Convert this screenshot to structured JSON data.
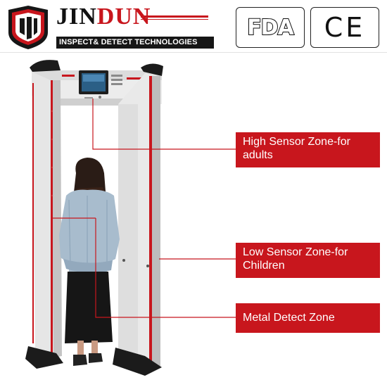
{
  "brand": {
    "name_part1": "JIN",
    "name_part2": "DUN",
    "tagline": "INSPECT& DETECT TECHNOLOGIES"
  },
  "certifications": [
    {
      "label": "FDA"
    },
    {
      "label": "CE"
    }
  ],
  "callouts": [
    {
      "text": "High Sensor Zone-for adults"
    },
    {
      "text": "Low Sensor Zone-for Children"
    },
    {
      "text": "Metal Detect Zone"
    }
  ],
  "colors": {
    "brand_red": "#c8161d",
    "frame_white": "#e9e9e9",
    "frame_shadow": "#bdbdbd",
    "base_black": "#1b1b1b"
  },
  "icons": [
    "shield-logo-icon",
    "fda-logo-icon",
    "ce-mark-icon"
  ]
}
